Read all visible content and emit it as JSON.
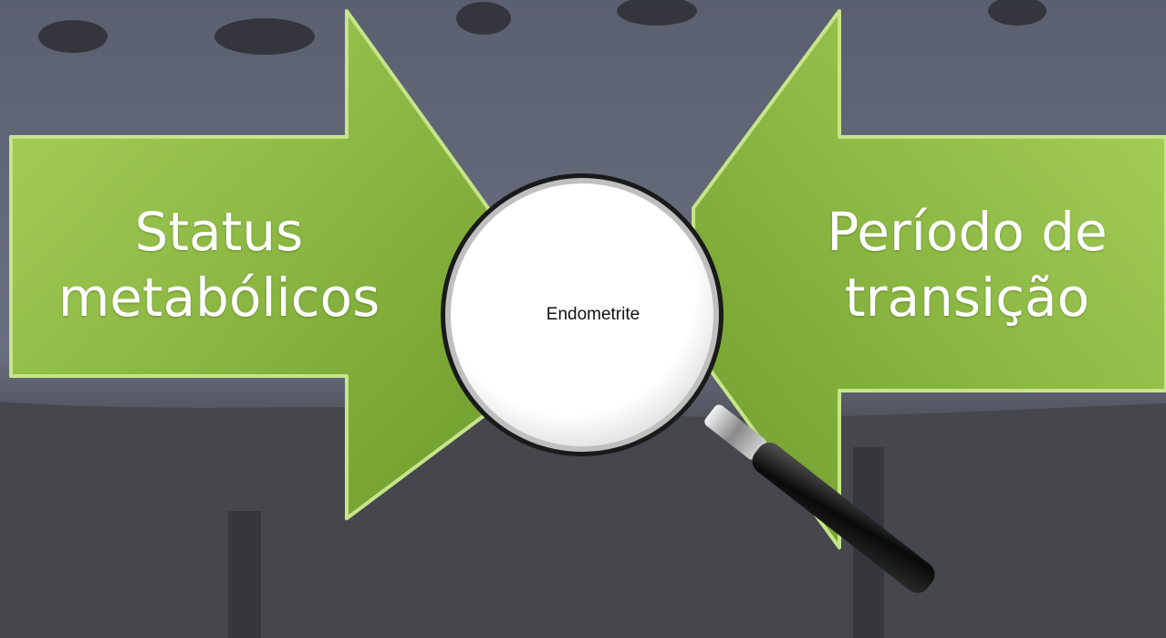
{
  "diagram": {
    "left_arrow": {
      "label_line1": "Status",
      "label_line2": "metabólicos"
    },
    "right_arrow": {
      "label_line1": "Período de",
      "label_line2": "transição"
    },
    "center": {
      "label": "Endometrite",
      "icon": "magnifying-glass-icon"
    }
  },
  "colors": {
    "arrow_green": "#8dbb3f",
    "arrow_green_light": "#b9db6f",
    "lens_fill": "#ffffff",
    "handle_black": "#111111"
  }
}
